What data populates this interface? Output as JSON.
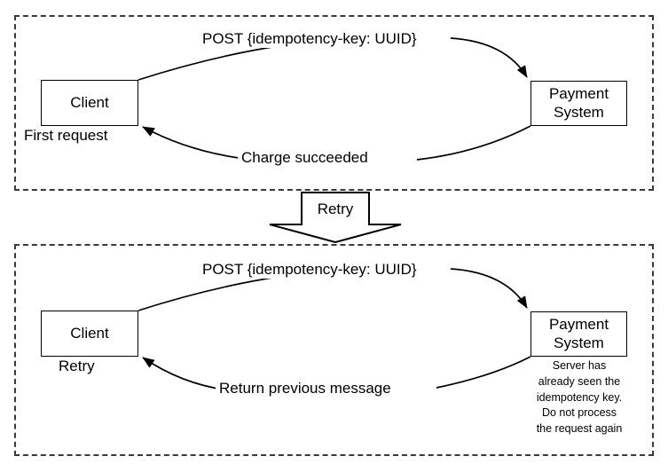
{
  "diagram": {
    "title_present": false,
    "colors": {
      "stroke": "#000000",
      "panel_border": "#3a3a3a",
      "background": "#ffffff",
      "text": "#000000"
    }
  },
  "panels": [
    {
      "id": "first-request",
      "client": {
        "box_label": "Client",
        "caption": "First request"
      },
      "server": {
        "box_label_line1": "Payment",
        "box_label_line2": "System",
        "note": []
      },
      "edges": [
        {
          "id": "request",
          "label": "POST {idempotency-key: UUID}",
          "direction": "client-to-server"
        },
        {
          "id": "response",
          "label": "Charge succeeded",
          "direction": "server-to-client"
        }
      ]
    },
    {
      "id": "retry",
      "client": {
        "box_label": "Client",
        "caption": "Retry"
      },
      "server": {
        "box_label_line1": "Payment",
        "box_label_line2": "System",
        "note": [
          "Server has",
          "already seen the",
          "idempotency key.",
          "Do not process",
          "the request again"
        ]
      },
      "edges": [
        {
          "id": "request",
          "label": "POST {idempotency-key: UUID}",
          "direction": "client-to-server"
        },
        {
          "id": "response",
          "label": "Return previous message",
          "direction": "server-to-client"
        }
      ]
    }
  ],
  "connector": {
    "label": "Retry",
    "shape": "down-block-arrow"
  }
}
